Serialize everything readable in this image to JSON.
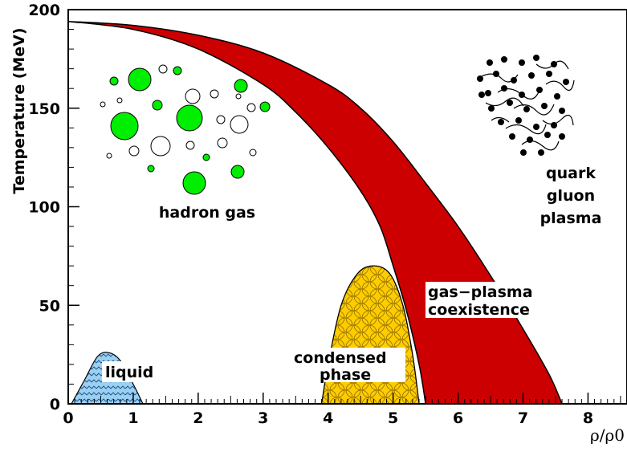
{
  "chart_data": {
    "type": "area",
    "title": "",
    "xlabel": "ρ/ρ0",
    "ylabel": "Temperature (MeV)",
    "xlim": [
      0,
      8.6
    ],
    "ylim": [
      0,
      200
    ],
    "x_ticks": [
      "0",
      "1",
      "2",
      "3",
      "4",
      "5",
      "6",
      "7",
      "8"
    ],
    "y_ticks": [
      "0",
      "50",
      "100",
      "150",
      "200"
    ],
    "grid": false,
    "regions": [
      {
        "name": "coexistence band",
        "color": "#cc0000",
        "outer_boundary": {
          "x": [
            0,
            1,
            2,
            3,
            4,
            4.5,
            5,
            5.5,
            6,
            6.5,
            7,
            7.4,
            7.6
          ],
          "y": [
            194,
            192,
            187,
            178,
            162,
            150,
            133,
            112,
            90,
            65,
            38,
            15,
            0
          ]
        },
        "inner_boundary": {
          "x": [
            0,
            1,
            2,
            3,
            3.5,
            4,
            4.5,
            4.8,
            5,
            5.2,
            5.4,
            5.5
          ],
          "y": [
            194,
            190,
            180,
            162,
            148,
            130,
            108,
            90,
            70,
            48,
            20,
            0
          ]
        }
      },
      {
        "name": "condensed phase",
        "color": "#ffcc00",
        "x": [
          3.9,
          4.0,
          4.2,
          4.45,
          4.7,
          4.95,
          5.15,
          5.3,
          5.4
        ],
        "y": [
          0,
          20,
          50,
          66,
          70,
          66,
          50,
          25,
          0
        ]
      },
      {
        "name": "liquid",
        "color": "#9ad0f0",
        "x": [
          0.05,
          0.25,
          0.45,
          0.62,
          0.8,
          1.0,
          1.15
        ],
        "y": [
          0,
          12,
          24,
          26,
          22,
          10,
          0
        ]
      }
    ],
    "annotations": {
      "hadron_gas": "hadron gas",
      "qgp_line1": "quark",
      "qgp_line2": "gluon",
      "qgp_line3": "plasma",
      "coexistence_line1": "gas−plasma",
      "coexistence_line2": "coexistence",
      "condensed_line1": "condensed",
      "condensed_line2": "phase",
      "liquid": "liquid"
    }
  },
  "colors": {
    "coexistence": "#cc0000",
    "condensed": "#ffcc00",
    "liquid": "#9ad0f0",
    "hadron_green": "#00ee00",
    "quark_dot": "#000000"
  }
}
